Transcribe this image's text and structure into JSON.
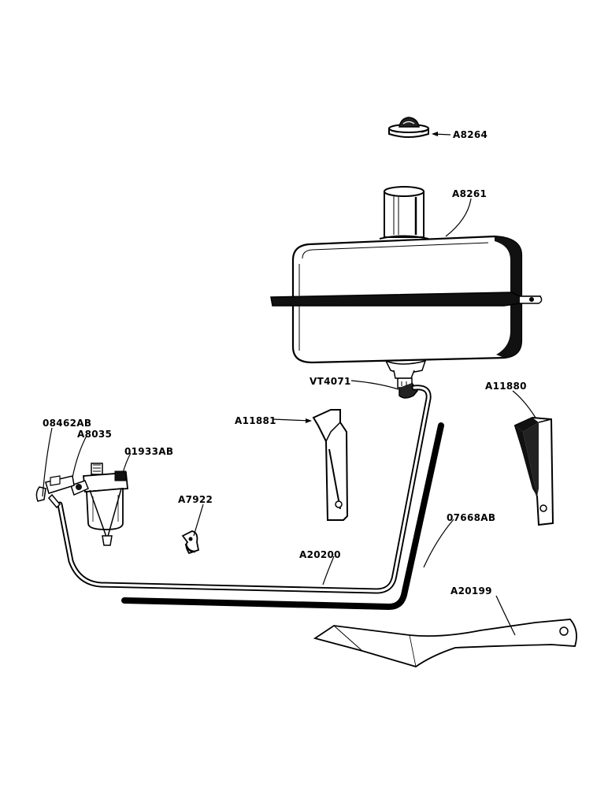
{
  "figure": {
    "parts": [
      {
        "id": "cap",
        "label": "A8264"
      },
      {
        "id": "tank",
        "label": "A8261"
      },
      {
        "id": "elbow",
        "label": "VT4071"
      },
      {
        "id": "bracket_right",
        "label": "A11880"
      },
      {
        "id": "bracket_left",
        "label": "A11881"
      },
      {
        "id": "shutoff_valve",
        "label": "08462AB"
      },
      {
        "id": "fitting",
        "label": "A8035"
      },
      {
        "id": "sediment_bowl",
        "label": "01933AB"
      },
      {
        "id": "clip",
        "label": "A7922"
      },
      {
        "id": "hose",
        "label": "07668AB"
      },
      {
        "id": "fuel_line",
        "label": "A20200"
      },
      {
        "id": "strap",
        "label": "A20199"
      }
    ]
  }
}
